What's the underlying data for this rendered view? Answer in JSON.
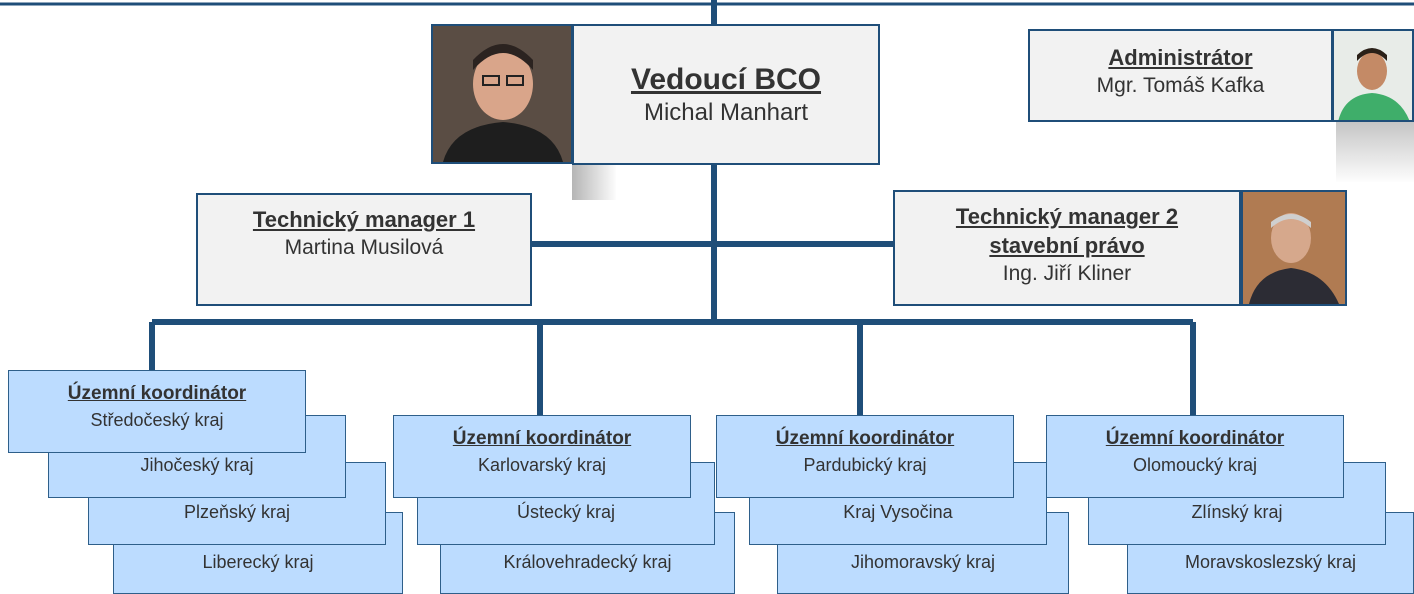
{
  "head": {
    "title": "Vedoucí BCO",
    "name": "Michal Manhart",
    "photo": "portrait-photo"
  },
  "admin": {
    "title": "Administrátor",
    "name": "Mgr. Tomáš Kafka",
    "photo": "portrait-photo"
  },
  "tm1": {
    "title": "Technický manager 1",
    "name": "Martina Musilová"
  },
  "tm2": {
    "title_line1": "Technický manager 2",
    "title_line2": "stavební právo",
    "name": "Ing. Jiří Kliner",
    "photo": "portrait-photo"
  },
  "coordinator_title": "Územní koordinátor",
  "groups": [
    {
      "regions": [
        "Středočeský kraj",
        "Jihočeský kraj",
        "Plzeňský kraj",
        "Liberecký kraj"
      ]
    },
    {
      "regions": [
        "Karlovarský kraj",
        "Ústecký kraj",
        "Královehradecký kraj"
      ]
    },
    {
      "regions": [
        "Pardubický kraj",
        "Kraj Vysočina",
        "Jihomoravský kraj"
      ]
    },
    {
      "regions": [
        "Olomoucký kraj",
        "Zlínský kraj",
        "Moravskoslezský kraj"
      ]
    }
  ],
  "colors": {
    "line": "#1f4e79",
    "box_fill": "#f2f2f2",
    "coordinator_fill": "#bcdcff",
    "text": "#333333"
  }
}
